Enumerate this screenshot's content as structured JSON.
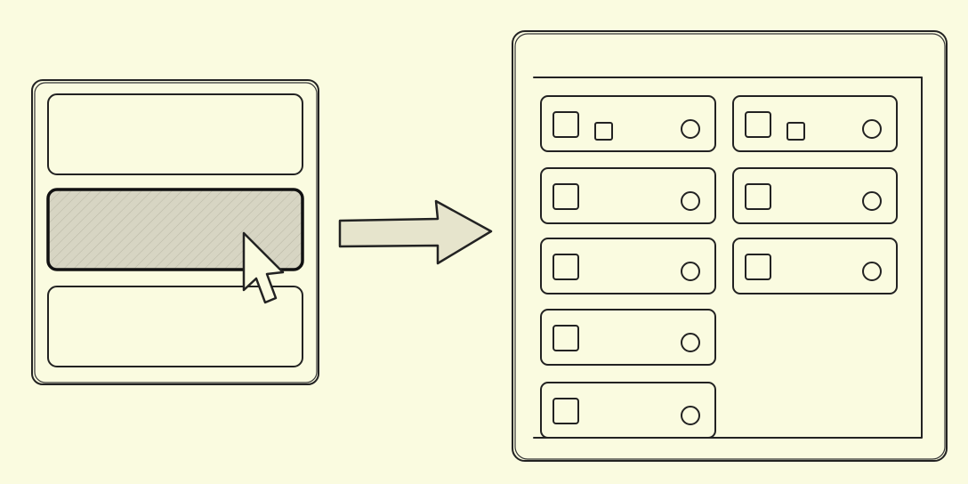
{
  "colors": {
    "background": "#fafbe0",
    "stroke": "#222222",
    "selected_fill": "#d7d5c3",
    "arrow_fill": "#e6e4cc"
  },
  "source_list": {
    "item_count": 3,
    "selected_index": 1
  },
  "result_grid": {
    "columns": [
      5,
      3
    ],
    "first_row_has_badge": true
  }
}
